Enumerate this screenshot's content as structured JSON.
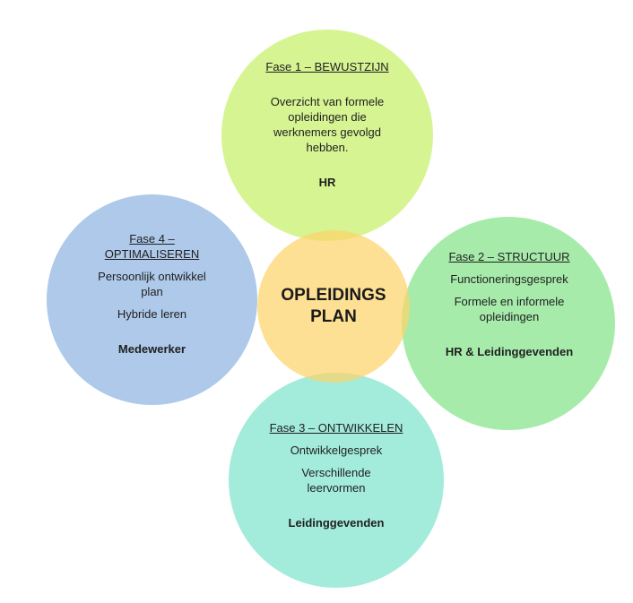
{
  "center": {
    "line1": "OPLEIDINGS",
    "line2": "PLAN",
    "color": "#fcd46a"
  },
  "phase1": {
    "title": "Fase 1 – BEWUSTZIJN",
    "lines": [
      "Overzicht van formele",
      "opleidingen die",
      "werknemers gevolgd",
      "hebben."
    ],
    "role": "HR",
    "color": "#c8f06a"
  },
  "phase2": {
    "title": "Fase 2 – STRUCTUUR",
    "items": [
      "Functioneringsgesprek",
      "Formele en informele",
      "opleidingen"
    ],
    "role": "HR & Leidinggevenden",
    "color": "#85e38a"
  },
  "phase3": {
    "title": "Fase 3 – ONTWIKKELEN",
    "items": [
      "Ontwikkelgesprek",
      "Verschillende",
      "leervormen"
    ],
    "role": "Leidinggevenden",
    "color": "#7fe4cf"
  },
  "phase4": {
    "title_line1": "Fase 4 –",
    "title_line2": "OPTIMALISEREN",
    "items": [
      "Persoonlijk ontwikkel",
      "plan",
      "Hybride leren"
    ],
    "role": "Medewerker",
    "color": "#8fb4e0"
  }
}
